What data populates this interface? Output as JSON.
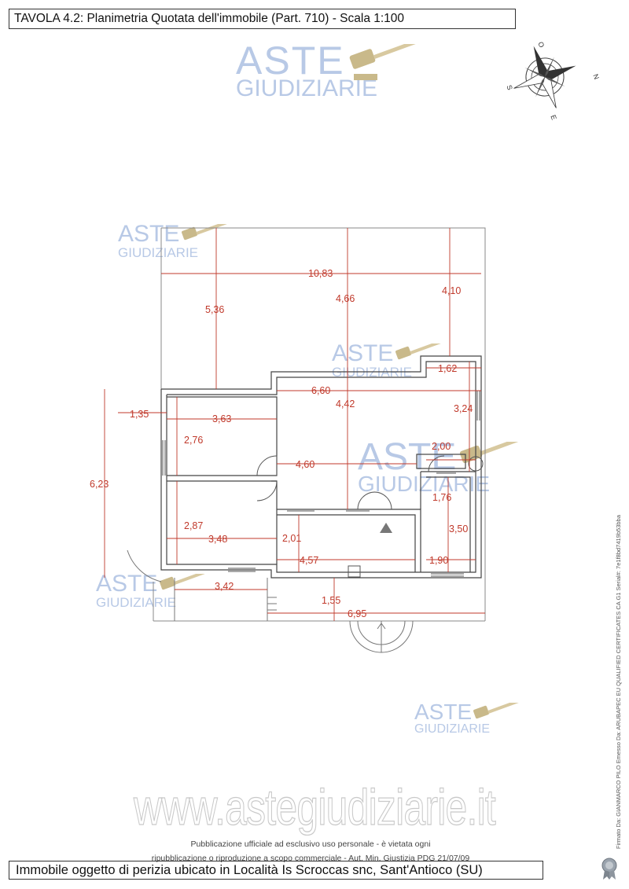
{
  "header": {
    "title": "TAVOLA 4.2: Planimetria Quotata dell'immobile (Part. 710) - Scala 1:100"
  },
  "watermark": {
    "line1": "ASTE",
    "line2": "GIUDIZIARIE",
    "site": "www.astegiudiziarie.it"
  },
  "compass": {
    "north": "N",
    "south": "S",
    "east": "E",
    "west": "O"
  },
  "dimensions": {
    "d1083": "10,83",
    "d536": "5,36",
    "d466": "4,66",
    "d410": "4,10",
    "d162": "1,62",
    "d660": "6,60",
    "d442": "4,42",
    "d324": "3,24",
    "d135": "1,35",
    "d363": "3,63",
    "d276": "2,76",
    "d623": "6,23",
    "d460": "4,60",
    "d200": "2,00",
    "d176": "1,76",
    "d287": "2,87",
    "d348": "3,48",
    "d201": "2,01",
    "d350": "3,50",
    "d457": "4,57",
    "d190": "1,90",
    "d342": "3,42",
    "d155": "1,55",
    "d695": "6,95"
  },
  "publication": {
    "line1": "Pubblicazione ufficiale ad esclusivo uso personale - è vietata ogni",
    "line2": "ripubblicazione o riproduzione a scopo commerciale - Aut. Min. Giustizia PDG 21/07/09"
  },
  "signature": "Firmato Da: GIANMARCO PILO Emesso Da: ARUBAPEC EU QUALIFIED CERTIFICATES CA G1 Serial#: 7e1f8bd7419b53bba",
  "footer": {
    "caption": "Immobile oggetto di perizia ubicato in Località Is Scroccas snc, Sant'Antioco (SU)"
  }
}
